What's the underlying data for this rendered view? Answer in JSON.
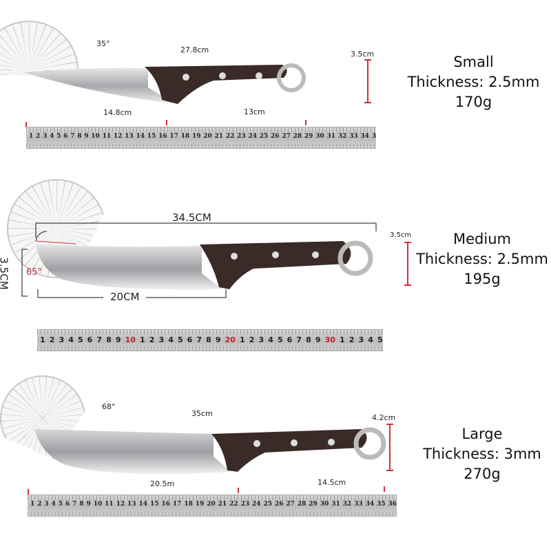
{
  "knives": [
    {
      "size": "Small",
      "thickness": "Thickness: 2.5mm",
      "weight": "170g",
      "angle": "35°",
      "total_length": "27.8cm",
      "blade_length": "14.8cm",
      "handle_length": "13cm",
      "height": "3.5cm",
      "ruler_numbers": [
        "1",
        "2",
        "3",
        "4",
        "5",
        "6",
        "7",
        "8",
        "9",
        "10",
        "11",
        "12",
        "13",
        "14",
        "15",
        "16",
        "17",
        "18",
        "19",
        "20",
        "21",
        "22",
        "23",
        "24",
        "25",
        "26",
        "27",
        "28",
        "29",
        "30",
        "31",
        "32",
        "33",
        "34",
        "3"
      ]
    },
    {
      "size": "Medium",
      "thickness": "Thickness: 2.5mm",
      "weight": "195g",
      "angle": "65°",
      "total_length": "34.5CM",
      "blade_length": "20CM",
      "blade_height": "3.5CM",
      "height": "3.5cm",
      "ruler_numbers": [
        "1",
        "2",
        "3",
        "4",
        "5",
        "6",
        "7",
        "8",
        "9",
        "10",
        "1",
        "2",
        "3",
        "4",
        "5",
        "6",
        "7",
        "8",
        "9",
        "20",
        "1",
        "2",
        "3",
        "4",
        "5",
        "6",
        "7",
        "8",
        "9",
        "30",
        "1",
        "2",
        "3",
        "4",
        "5"
      ]
    },
    {
      "size": "Large",
      "thickness": "Thickness: 3mm",
      "weight": "270g",
      "angle": "68°",
      "total_length": "35cm",
      "blade_length": "20.5m",
      "handle_length": "14.5cm",
      "height": "4.2cm",
      "ruler_numbers": [
        "1",
        "2",
        "3",
        "4",
        "5",
        "6",
        "7",
        "8",
        "9",
        "10",
        "11",
        "12",
        "13",
        "14",
        "15",
        "16",
        "17",
        "18",
        "19",
        "20",
        "21",
        "22",
        "23",
        "24",
        "25",
        "26",
        "27",
        "28",
        "29",
        "30",
        "31",
        "32",
        "33",
        "34",
        "35",
        "36"
      ]
    }
  ],
  "colors": {
    "accent_red": "#d0303a",
    "handle": "#3a2a28",
    "blade": "#c9c9cc",
    "ruler": "#c8c8c8"
  }
}
